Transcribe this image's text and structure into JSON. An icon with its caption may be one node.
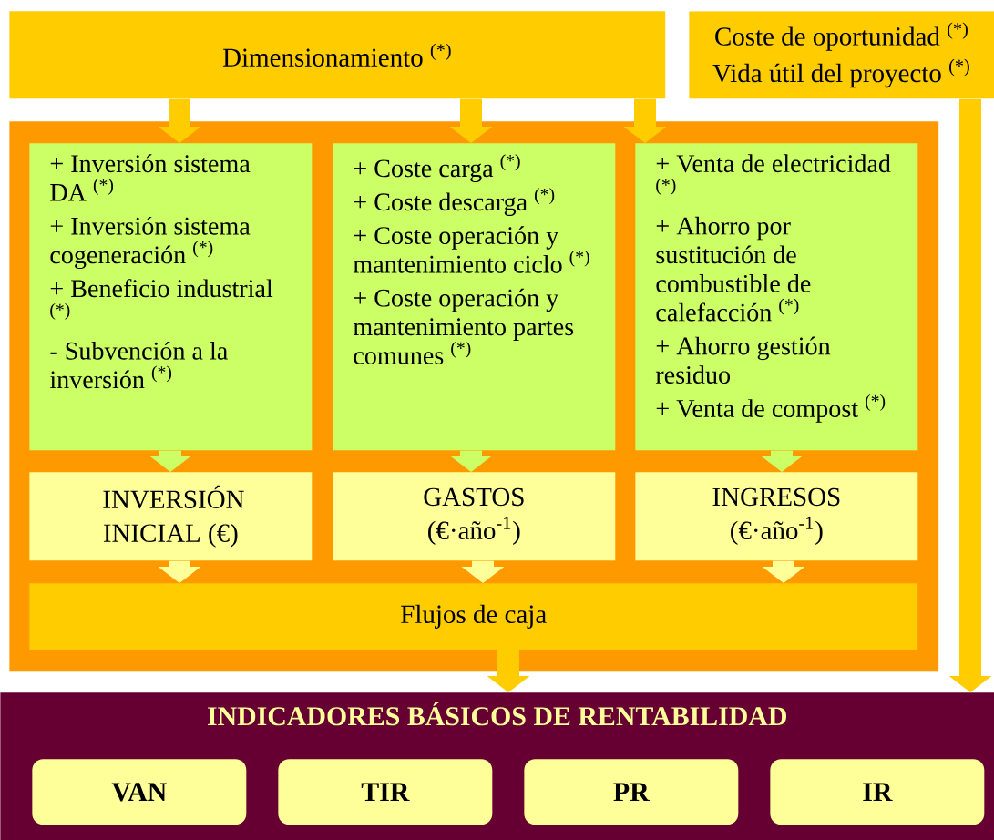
{
  "diagram": {
    "nodes": [
      {
        "text": [
          "Dimensionamiento $^{(*)}$"
        ]
      },
      {
        "text": [
          "Coste de oportunidad $^{(*)}$",
          "Vida útil del proyecto $^{(*)}$"
        ]
      },
      {
        "text": [],
        "shape": "box"
      },
      {
        "text": [
          "+ Inversión sistema DA $^{(*)}$",
          "+ Inversión sistema cogeneración $^{(*)}$",
          "+ Beneficio industrial $^{(*)}$",
          "- Subvención a la inversión $^{(*)}$"
        ],
        "in": 2
      },
      {
        "text": [
          "+ Coste carga $^{(*)}$",
          "+ Coste descarga $^{(*)}$",
          "+ Coste operación y mantenimiento ciclo $^{(*)}$",
          "+ Coste operación y mantenimiento partes comunes $^{(*)}$"
        ],
        "in": 2
      },
      {
        "text": [
          "+ Venta de electricidad $^{(*)}$",
          "+ Ahorro por sustitución de combustible de calefacción $^{(*)}$",
          "+ Ahorro gestión residuo",
          "+ Venta de compost $^{(*)}$"
        ],
        "in": 2
      },
      {
        "text": [
          "INVERSIÓN INICIAL (€)"
        ],
        "in": 2
      },
      {
        "text": [
          "GASTOS (€·año$^{-1}$)"
        ],
        "in": 2
      },
      {
        "text": [
          "INGRESOS (€·año$^{-1}$)"
        ],
        "in": 2
      },
      {
        "text": [
          "Flujos de caja"
        ],
        "in": 2
      },
      {
        "text": [
          "INDICADORES BÁSICOS DE RENTABILIDAD"
        ]
      },
      {
        "text": [
          "VAN"
        ],
        "in": 10
      },
      {
        "text": [
          "TIR"
        ],
        "in": 10
      },
      {
        "text": [
          "PR"
        ],
        "in": 10
      },
      {
        "text": [
          "IR"
        ],
        "in": 10
      }
    ],
    "edges": [
      {
        "from": 0,
        "to": 3,
        "arrow": "to"
      },
      {
        "from": 0,
        "to": 4,
        "arrow": "to"
      },
      {
        "from": 0,
        "to": 5,
        "arrow": "to"
      },
      {
        "from": 3,
        "to": 6,
        "arrow": "to",
        "color": "#ccff66"
      },
      {
        "from": 4,
        "to": 7,
        "arrow": "to",
        "color": "#ccff66"
      },
      {
        "from": 5,
        "to": 8,
        "arrow": "to",
        "color": "#ccff66"
      },
      {
        "from": 6,
        "to": 9,
        "arrow": "to",
        "color": "#ffff99"
      },
      {
        "from": 7,
        "to": 9,
        "arrow": "to",
        "color": "#ffff99"
      },
      {
        "from": 8,
        "to": 9,
        "arrow": "to",
        "color": "#ffff99"
      },
      {
        "from": 9,
        "to": 10,
        "arrow": "to"
      },
      {
        "from": 1,
        "to": 10,
        "arrow": "to"
      }
    ]
  }
}
